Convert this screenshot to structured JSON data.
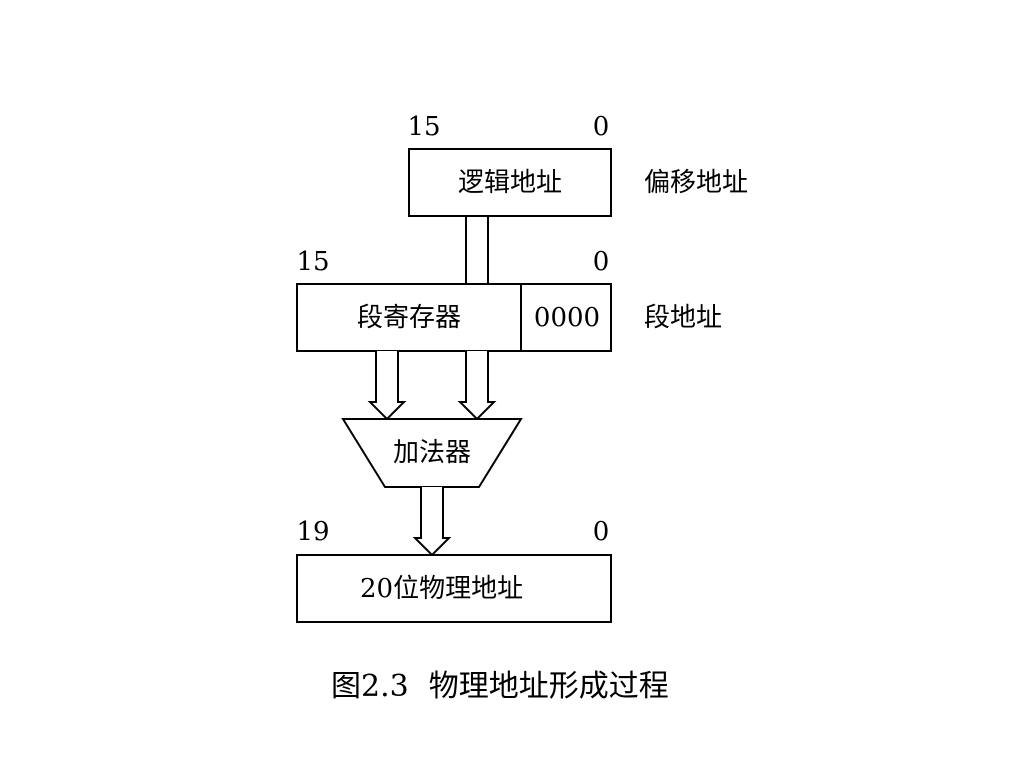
{
  "logical": {
    "bit_high": "15",
    "bit_low": "0",
    "box_label": "逻辑地址",
    "side_label": "偏移地址"
  },
  "segment": {
    "bit_high": "15",
    "bit_low": "0",
    "box_label": "段寄存器",
    "suffix_bits": "0000",
    "side_label": "段地址"
  },
  "adder": {
    "label": "加法器"
  },
  "physical": {
    "bit_high": "19",
    "bit_low": "0",
    "box_prefix": "20",
    "box_label": "位物理地址"
  },
  "caption": {
    "number": "图2.3",
    "title": "物理地址形成过程"
  },
  "colors": {
    "stroke": "#000000",
    "fill": "#ffffff"
  }
}
